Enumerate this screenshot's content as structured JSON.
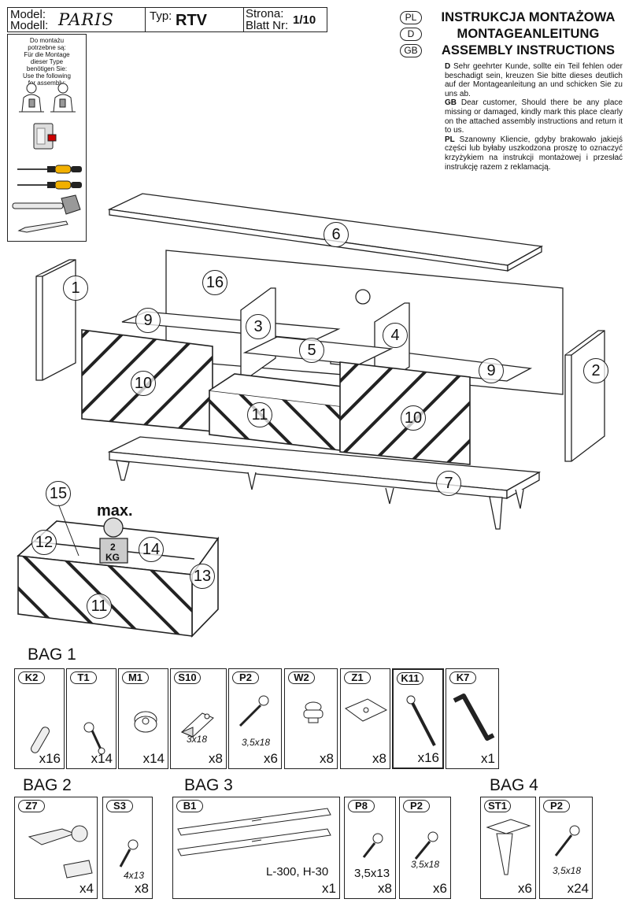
{
  "header": {
    "model_label_1": "Model:",
    "model_label_2": "Modell:",
    "model_value": "PARIS",
    "type_label": "Typ:",
    "type_value": "RTV",
    "page_label_1": "Strona:",
    "page_label_2": "Blatt Nr:",
    "page_value": "1/10"
  },
  "instructions": {
    "titles": [
      {
        "lang": "PL",
        "text": "INSTRUKCJA MONTAŻOWA"
      },
      {
        "lang": "D",
        "text": "MONTAGEANLEITUNG"
      },
      {
        "lang": "GB",
        "text": "ASSEMBLY INSTRUCTIONS"
      }
    ],
    "notes": [
      {
        "lang": "D",
        "text": "Sehr geehrter Kunde, sollte ein Teil fehlen oder beschadigt sein, kreuzen Sie bitte dieses deutlich auf der Montageanleitung an und schicken Sie zu uns ab."
      },
      {
        "lang": "GB",
        "text": "Dear customer, Should there be any place missing or damaged, kindly mark this place clearly on the attached assembly instructions and return it to us."
      },
      {
        "lang": "PL",
        "text": "Szanowny Kliencie, gdyby brakowało jakiejś części lub byłaby uszkodzona proszę to oznaczyć krzyżykiem na instrukcji montażowej i przesłać instrukcję razem z reklamacją."
      }
    ]
  },
  "tools": {
    "text_pl": "Do montażu potrzebne są:",
    "text_de": "Für die Montage dieser Type benötigen Sie:",
    "text_en": "Use the following for assembly:"
  },
  "diagram": {
    "part_numbers": [
      "1",
      "2",
      "3",
      "4",
      "5",
      "6",
      "7",
      "9",
      "9",
      "10",
      "10",
      "11",
      "16"
    ],
    "drawer_numbers": [
      "11",
      "12",
      "13",
      "14",
      "15"
    ],
    "max_label": "max.",
    "weight_label_1": "2",
    "weight_label_2": "KG"
  },
  "bags": {
    "bag1": {
      "title": "BAG 1",
      "items": [
        {
          "code": "K2",
          "qty": "x16",
          "size": ""
        },
        {
          "code": "T1",
          "qty": "x14",
          "size": ""
        },
        {
          "code": "M1",
          "qty": "x14",
          "size": ""
        },
        {
          "code": "S10",
          "qty": "x8",
          "size": "3x18"
        },
        {
          "code": "P2",
          "qty": "x6",
          "size": "3,5x18"
        },
        {
          "code": "W2",
          "qty": "x8",
          "size": ""
        },
        {
          "code": "Z1",
          "qty": "x8",
          "size": ""
        },
        {
          "code": "K11",
          "qty": "x16",
          "size": ""
        },
        {
          "code": "K7",
          "qty": "x1",
          "size": ""
        }
      ]
    },
    "bag2": {
      "title": "BAG 2",
      "items": [
        {
          "code": "Z7",
          "qty": "x4",
          "size": ""
        },
        {
          "code": "S3",
          "qty": "x8",
          "size": "4x13"
        }
      ]
    },
    "bag3": {
      "title": "BAG 3",
      "items": [
        {
          "code": "B1",
          "qty": "x1",
          "size": "L-300, H-30"
        },
        {
          "code": "P8",
          "qty": "x8",
          "size": "3,5x13"
        },
        {
          "code": "P2",
          "qty": "x6",
          "size": "3,5x18"
        }
      ]
    },
    "bag4": {
      "title": "BAG 4",
      "items": [
        {
          "code": "ST1",
          "qty": "x6",
          "size": ""
        },
        {
          "code": "P2",
          "qty": "x24",
          "size": "3,5x18"
        }
      ]
    }
  }
}
